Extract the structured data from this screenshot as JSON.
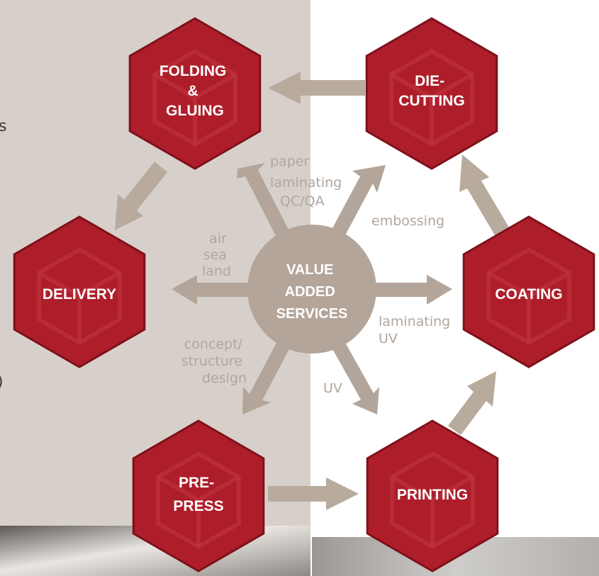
{
  "colors": {
    "left_panel": "#d7d0ca",
    "right_panel": "#ffffff",
    "hex_fill": "#ae1e2a",
    "hex_edge": "#7e111b",
    "arrow": "#b8ab9e",
    "center": "#b3a599",
    "service_text": "#b1a69b",
    "label_text": "#ffffff"
  },
  "center": {
    "lines": [
      "VALUE",
      "ADDED",
      "SERVICES"
    ]
  },
  "stages": {
    "folding": {
      "lines": [
        "FOLDING",
        "&",
        "GLUING"
      ]
    },
    "diecutting": {
      "lines": [
        "DIE-",
        "CUTTING"
      ]
    },
    "delivery": {
      "lines": [
        "DELIVERY"
      ]
    },
    "coating": {
      "lines": [
        "COATING"
      ]
    },
    "prepress": {
      "lines": [
        "PRE-",
        "PRESS"
      ]
    },
    "printing": {
      "lines": [
        "PRINTING"
      ]
    }
  },
  "services": {
    "top": [
      "paper",
      "laminating",
      "QC/QA"
    ],
    "top_right": [
      "embossing"
    ],
    "left": [
      "air",
      "sea",
      "land"
    ],
    "right": [
      "laminating",
      "UV"
    ],
    "bottom_left": [
      "concept/",
      "structure",
      "design"
    ],
    "bottom_right": [
      "UV"
    ]
  },
  "edge_fragments": {
    "s": "s",
    "paren": ")"
  }
}
